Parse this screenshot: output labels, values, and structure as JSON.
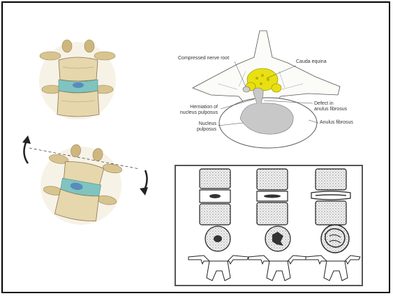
{
  "diagram": {
    "labels": {
      "compressed_nerve_root": "Compressed nerve root",
      "cauda_equina": "Cauda equina",
      "herniation_1": "Herniation of",
      "herniation_2": "nucleus pulposus",
      "defect_1": "Defect in",
      "defect_2": "anulus fibrosus",
      "nucleus_1": "Nucleus",
      "nucleus_2": "pulposus",
      "anulus_fibrosus": "Anulus fibrosus"
    }
  },
  "colors": {
    "bone": "#e6d7ad",
    "bone_shade": "#b89c66",
    "disc": "#7fc4c0",
    "nucleus_blue": "#5b8bbd",
    "cauda_yellow": "#e8e010",
    "nucleus_gray": "#c8c8c8",
    "arrow": "#222222"
  }
}
